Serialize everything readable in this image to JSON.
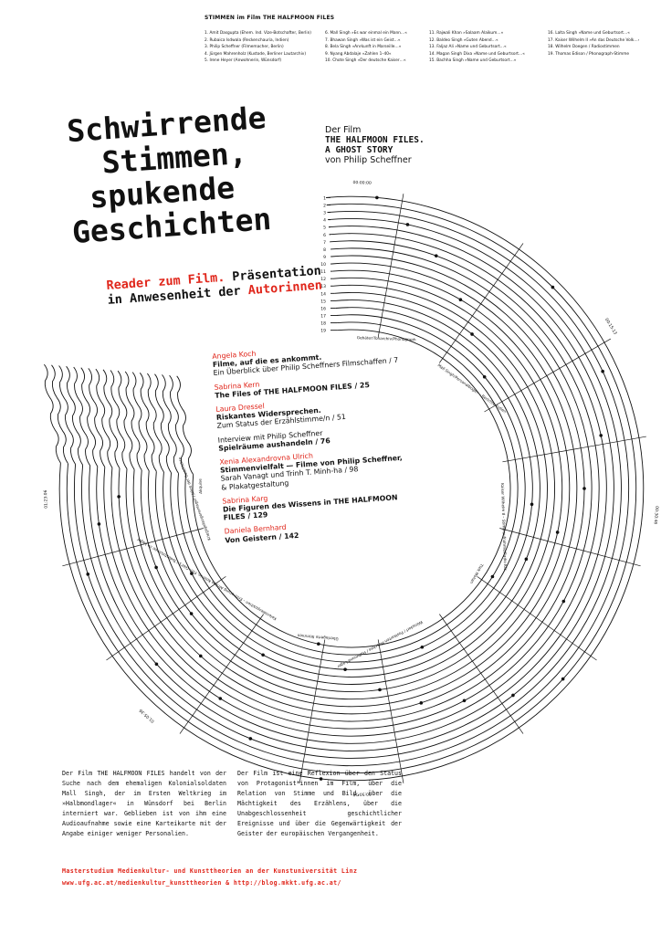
{
  "voices": {
    "title": "STIMMEN im Film THE HALFMOON FILES",
    "columns": [
      [
        "1. Amit Dasgupta (Ehem. Ind. Vize-Botschafter, Berlin)",
        "2. Rubaica Isdwala (Reckenchauria, Indien)",
        "3. Philip Scheffner (Filmemacher, Berlin)",
        "4. Jürgen Mahrenholz (Kustode, Berliner Lautarchiv)",
        "5. Irene Heyer (Anwohnerin, Wünsdorf)"
      ],
      [
        "6. Mall Singh »Es war einmal ein Mann…«",
        "7. Bhawan Singh »Was ist ein Geist…«",
        "8. Bela Singh »Anrkunft in Marseille…«",
        "9. Nyang Abdalaje »Zahlen 1–40«",
        "10. Chote Singh »Der deutsche Kaiser…«"
      ],
      [
        "11. Rajwali Khan »Salaam Alaikum…«",
        "12. Baldeo Singh »Guten Abend…«",
        "13. Faljaz Ali »Name und Geburtsort…«",
        "14. Magan Singh Dixa »Name und Geburtsort…«",
        "15. Bachha Singh »Name und Geburtsort…«"
      ],
      [
        "16. Lalta Singh »Name und Geburtsort…«",
        "17. Kaiser Wilhelm II »An das Deutsche Volk…«",
        "18. Wilhelm Doegen / Radiostimmen",
        "19. Thomas Edison / Phonograph-Stimme"
      ]
    ]
  },
  "title": {
    "lines": [
      "Schwirrende",
      "Stimmen,",
      "spukende",
      "Geschichten"
    ]
  },
  "film": {
    "pre": "Der Film",
    "name1": "THE HALFMOON FILES.",
    "name2": "A GHOST STORY",
    "by": "von Philip Scheffner"
  },
  "subtitle": {
    "red1": "Reader zum Film.",
    "black1": " Präsentation",
    "black2": "in Anwesenheit der ",
    "red2": "Autorinnen"
  },
  "contents": [
    {
      "author": "Angela Koch",
      "title": "Filme, auf die es ankommt.",
      "sub": "Ein Überblick über Philip Scheffners Filmschaffen / 7"
    },
    {
      "author": "Sabrina Kern",
      "title": "The Files of THE HALFMOON FILES / 25",
      "sub": ""
    },
    {
      "author": "Laura Dressel",
      "title": "Riskantes Widersprechen.",
      "sub": "Zum Status der Erzählstimme/n / 51"
    },
    {
      "author": "",
      "title": "Spielräume aushandeln / 76",
      "pre": "Interview mit Philip Scheffner",
      "sub": ""
    },
    {
      "author": "Xenia Alexandrovna Ulrich",
      "title": "Stimmenvielfalt — Filme von Philip Scheffner,",
      "sub": "Sarah Vanagt und Trinh T. Minh-ha / 98",
      "sub2": "& Plakatgestaltung"
    },
    {
      "author": "Sabrina Karg",
      "title": "Die Figuren des Wissens in THE HALFMOON",
      "sub": "FILES / 129"
    },
    {
      "author": "Daniela Bernhard",
      "title": "Von Geistern / 142",
      "sub": ""
    }
  ],
  "timeline": {
    "track_numbers": [
      "1",
      "2",
      "3",
      "4",
      "5",
      "6",
      "7",
      "8",
      "9",
      "10",
      "11",
      "12",
      "13",
      "14",
      "15",
      "16",
      "17",
      "18",
      "19"
    ],
    "timecodes": [
      "00:00:00",
      "00:15:13",
      "00:30:46",
      "00:50:10",
      "01:05:36",
      "01:23:06"
    ],
    "segments": [
      "Gebäter/Tonarchiv/Phonograph",
      "Mall Singh/Personalbogen – Berichte Indien",
      "Kaiser Wilhelm II – Stimmaufnahme/Radio Kfz",
      "Ttek Mohan",
      "Wünsdorf / Postkarten-Moschee / Halbmond-Lager",
      "Überlagerte Stimmen",
      "Kolonialexposition – Erinnerung Afrikas Kolonie, Film Gibt's / Todesfotomeo im Lager",
      "Kriegsgefangenenlager / Jahre der Geschichte",
      "Akquise"
    ]
  },
  "bottom": {
    "col1": "Der Film THE HALFMOON FILES handelt von der Suche nach dem ehemaligen Kolonialsoldaten Mall Singh, der im Ersten Weltkrieg im »Halbmondlager« in Wünsdorf bei Berlin interniert war. Geblieben ist von ihm eine Audioaufnahme sowie eine Karteikarte mit der Angabe einiger weniger Personalien.",
    "col2": "Der Film ist eine Reflexion über den Status von Protagonist*innen im Film, über die Relation von Stimme und Bild, über die Mächtigkeit des Erzählens, über die Unabgeschlossenheit geschichtlicher Ereignisse und über die Gegenwärtigkeit der Geister der europäischen Vergangenheit."
  },
  "footer": {
    "line1": "Masterstudium Medienkultur- und Kunsttheorien an der Kunstuniversität Linz",
    "line2": "www.ufg.ac.at/medienkultur_kunsttheorien & http://blog.mkkt.ufg.ac.at/"
  },
  "colors": {
    "accent": "#e0261b",
    "ink": "#111111"
  }
}
